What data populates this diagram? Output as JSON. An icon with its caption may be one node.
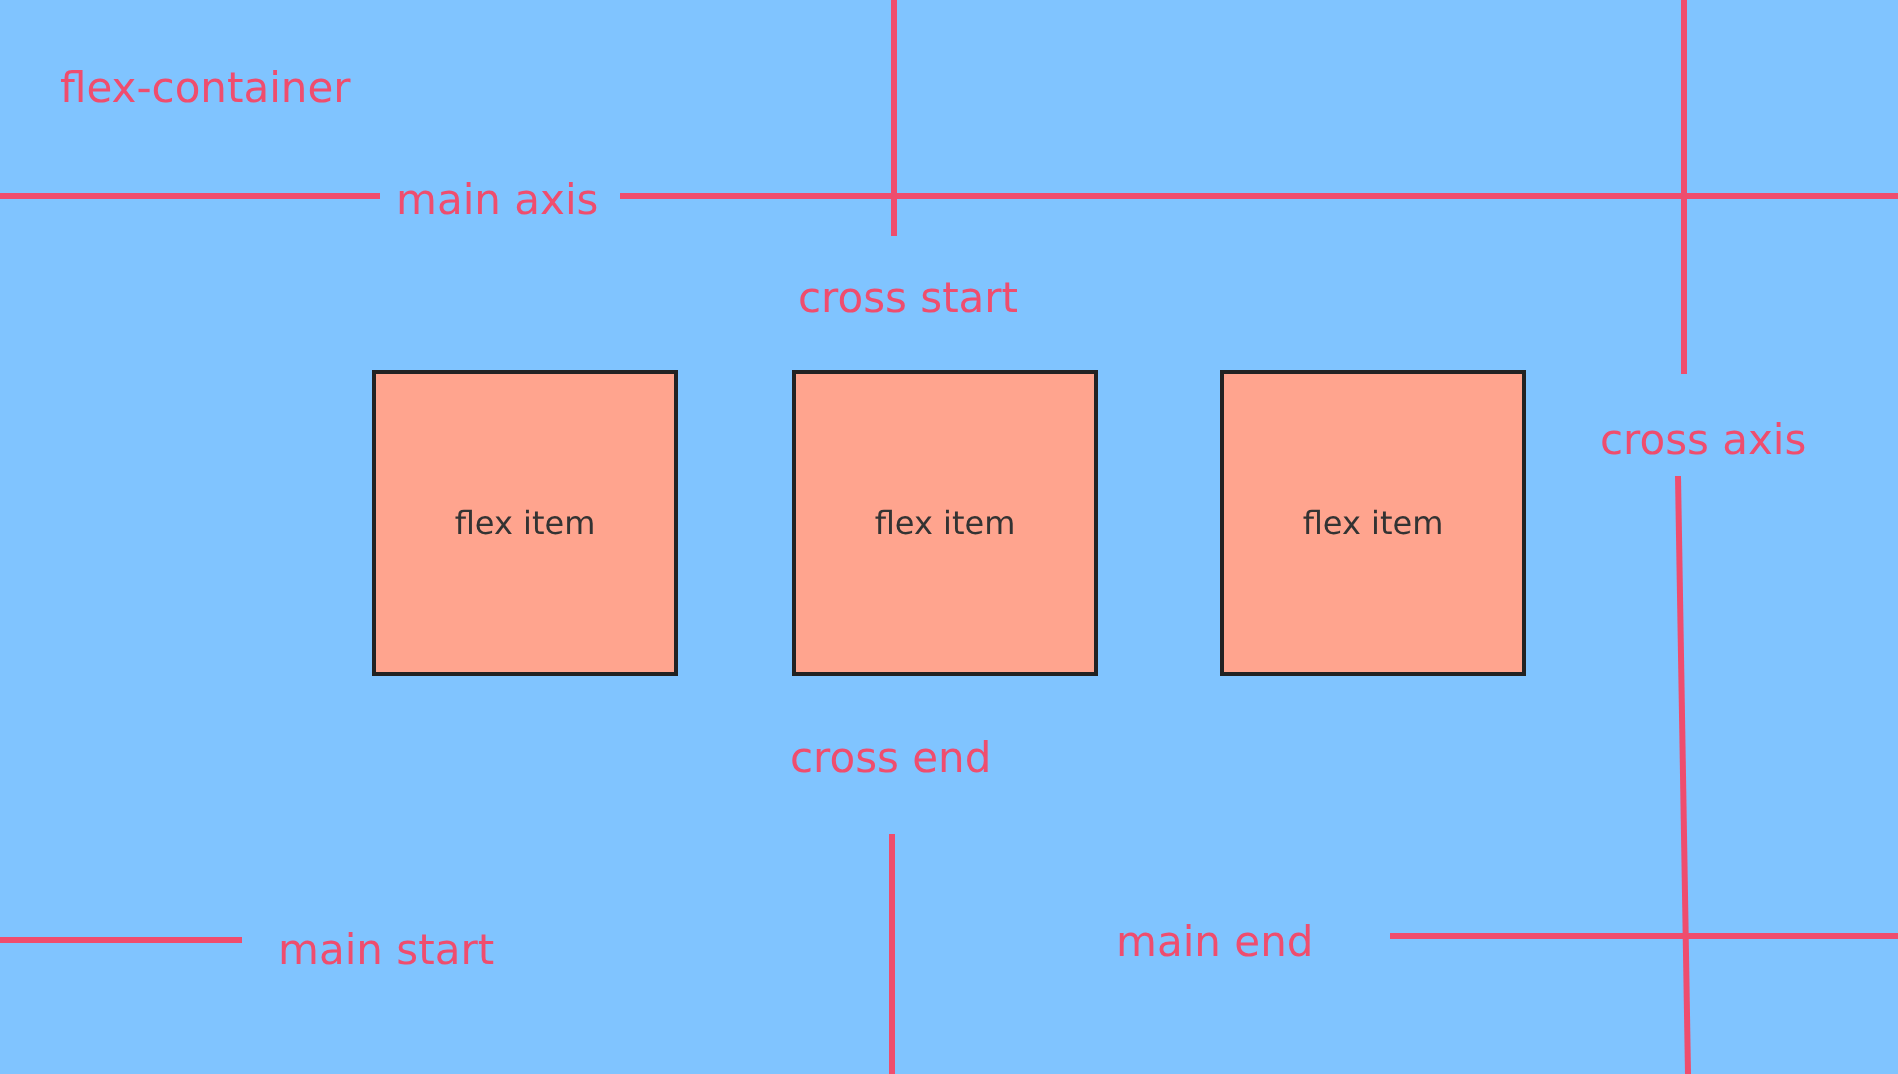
{
  "diagram": {
    "nodes": [
      {
        "text": [
          "flex-container"
        ]
      },
      {
        "text": [
          "flex item"
        ],
        "in": 0
      },
      {
        "text": [
          "flex item"
        ],
        "in": 0
      },
      {
        "text": [
          "flex item"
        ],
        "in": 0
      }
    ],
    "labels": [
      "main axis",
      "cross start",
      "cross axis",
      "cross end",
      "main start",
      "main end"
    ]
  }
}
